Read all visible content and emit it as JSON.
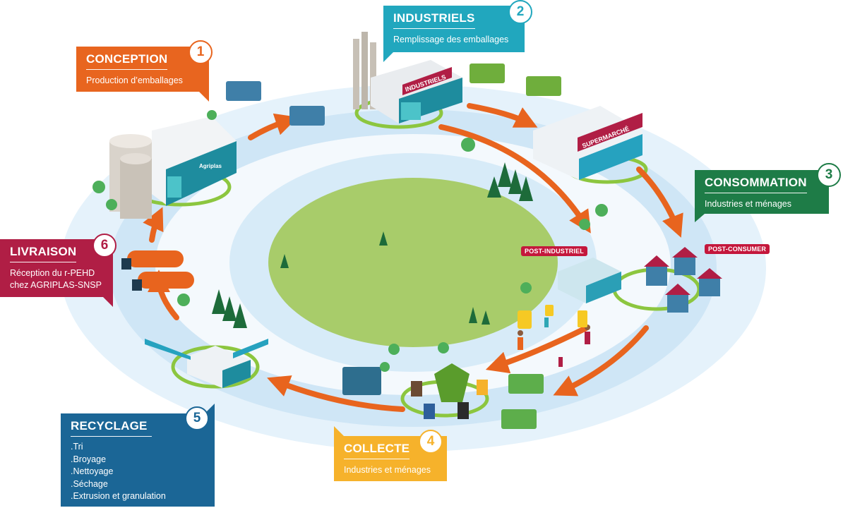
{
  "steps": {
    "conception": {
      "title": "CONCEPTION",
      "subtitle": "Production d’emballages",
      "number": "1",
      "color": "#E8651F"
    },
    "industriels": {
      "title": "INDUSTRIELS",
      "subtitle": "Remplissage des emballages",
      "number": "2",
      "color": "#21A7BE"
    },
    "consommation": {
      "title": "CONSOMMATION",
      "subtitle": "Industries et ménages",
      "number": "3",
      "color": "#1E7C47"
    },
    "collecte": {
      "title": "COLLECTE",
      "subtitle": "Industries et ménages",
      "number": "4",
      "color": "#F6B22B"
    },
    "recyclage": {
      "title": "RECYCLAGE",
      "items": [
        ".Tri",
        ".Broyage",
        ".Nettoyage",
        ".Séchage",
        ".Extrusion et granulation"
      ],
      "number": "5",
      "color": "#1B6696"
    },
    "livraison": {
      "title": "LIVRAISON",
      "subtitle_line1": "Réception du r-PEHD",
      "subtitle_line2": "chez AGRIPLAS-SNSP",
      "number": "6",
      "color": "#B01E45"
    }
  },
  "labels": {
    "industriels_sign": "INDUSTRIELS",
    "supermarche_sign": "SUPERMARCHÉ",
    "post_industriel": "POST-INDUSTRIEL",
    "post_consumer": "POST-CONSUMER",
    "factory_logo": "Agriplas"
  },
  "colors": {
    "ring_light": "#DCEEFA",
    "ring_mid": "#C4E1F5",
    "center_field": "#A8CC6A",
    "pad_green": "#8CC63F",
    "arrow": "#E8641E"
  }
}
